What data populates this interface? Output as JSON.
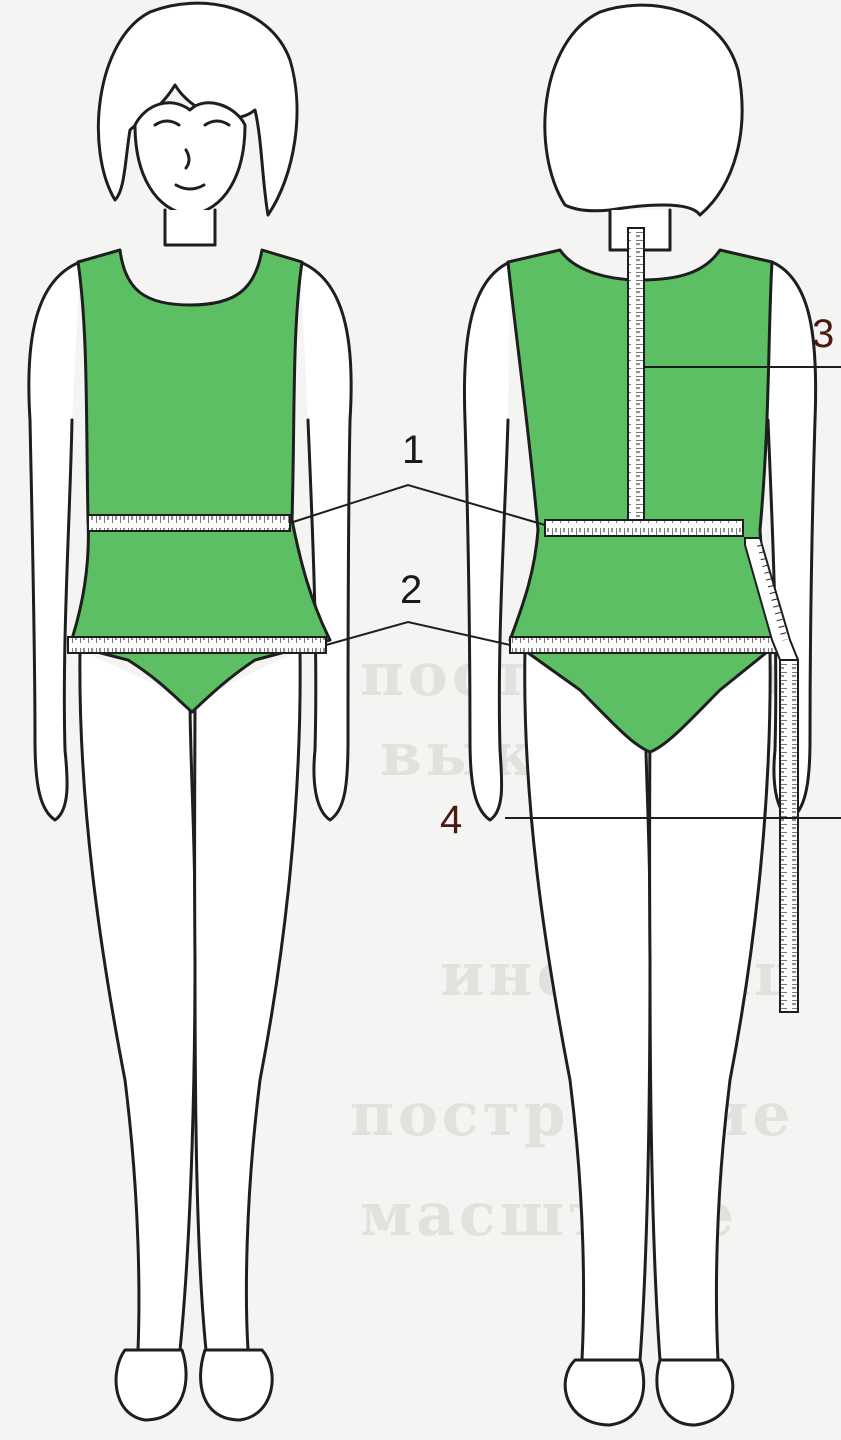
{
  "callouts": {
    "waist": "1",
    "hips": "2",
    "back_length": "3",
    "skirt_length": "4"
  },
  "colors": {
    "garment": "#5cbf63",
    "outline": "#1e1e1e",
    "skin": "#ffffff",
    "tape": "#ffffff"
  },
  "icons": [
    "measuring-tape-icon"
  ]
}
